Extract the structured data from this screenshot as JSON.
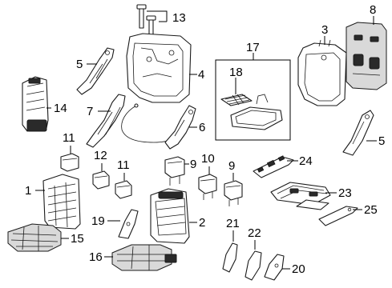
{
  "diagram": {
    "callouts": {
      "c1": "1",
      "c2": "2",
      "c3": "3",
      "c4": "4",
      "c5a": "5",
      "c5b": "5",
      "c6": "6",
      "c7": "7",
      "c8": "8",
      "c9a": "9",
      "c9b": "9",
      "c10": "10",
      "c11a": "11",
      "c11b": "11",
      "c12": "12",
      "c13": "13",
      "c14": "14",
      "c15": "15",
      "c16": "16",
      "c17": "17",
      "c18": "18",
      "c19": "19",
      "c20": "20",
      "c21": "21",
      "c22": "22",
      "c23": "23",
      "c24": "24",
      "c25": "25"
    }
  }
}
